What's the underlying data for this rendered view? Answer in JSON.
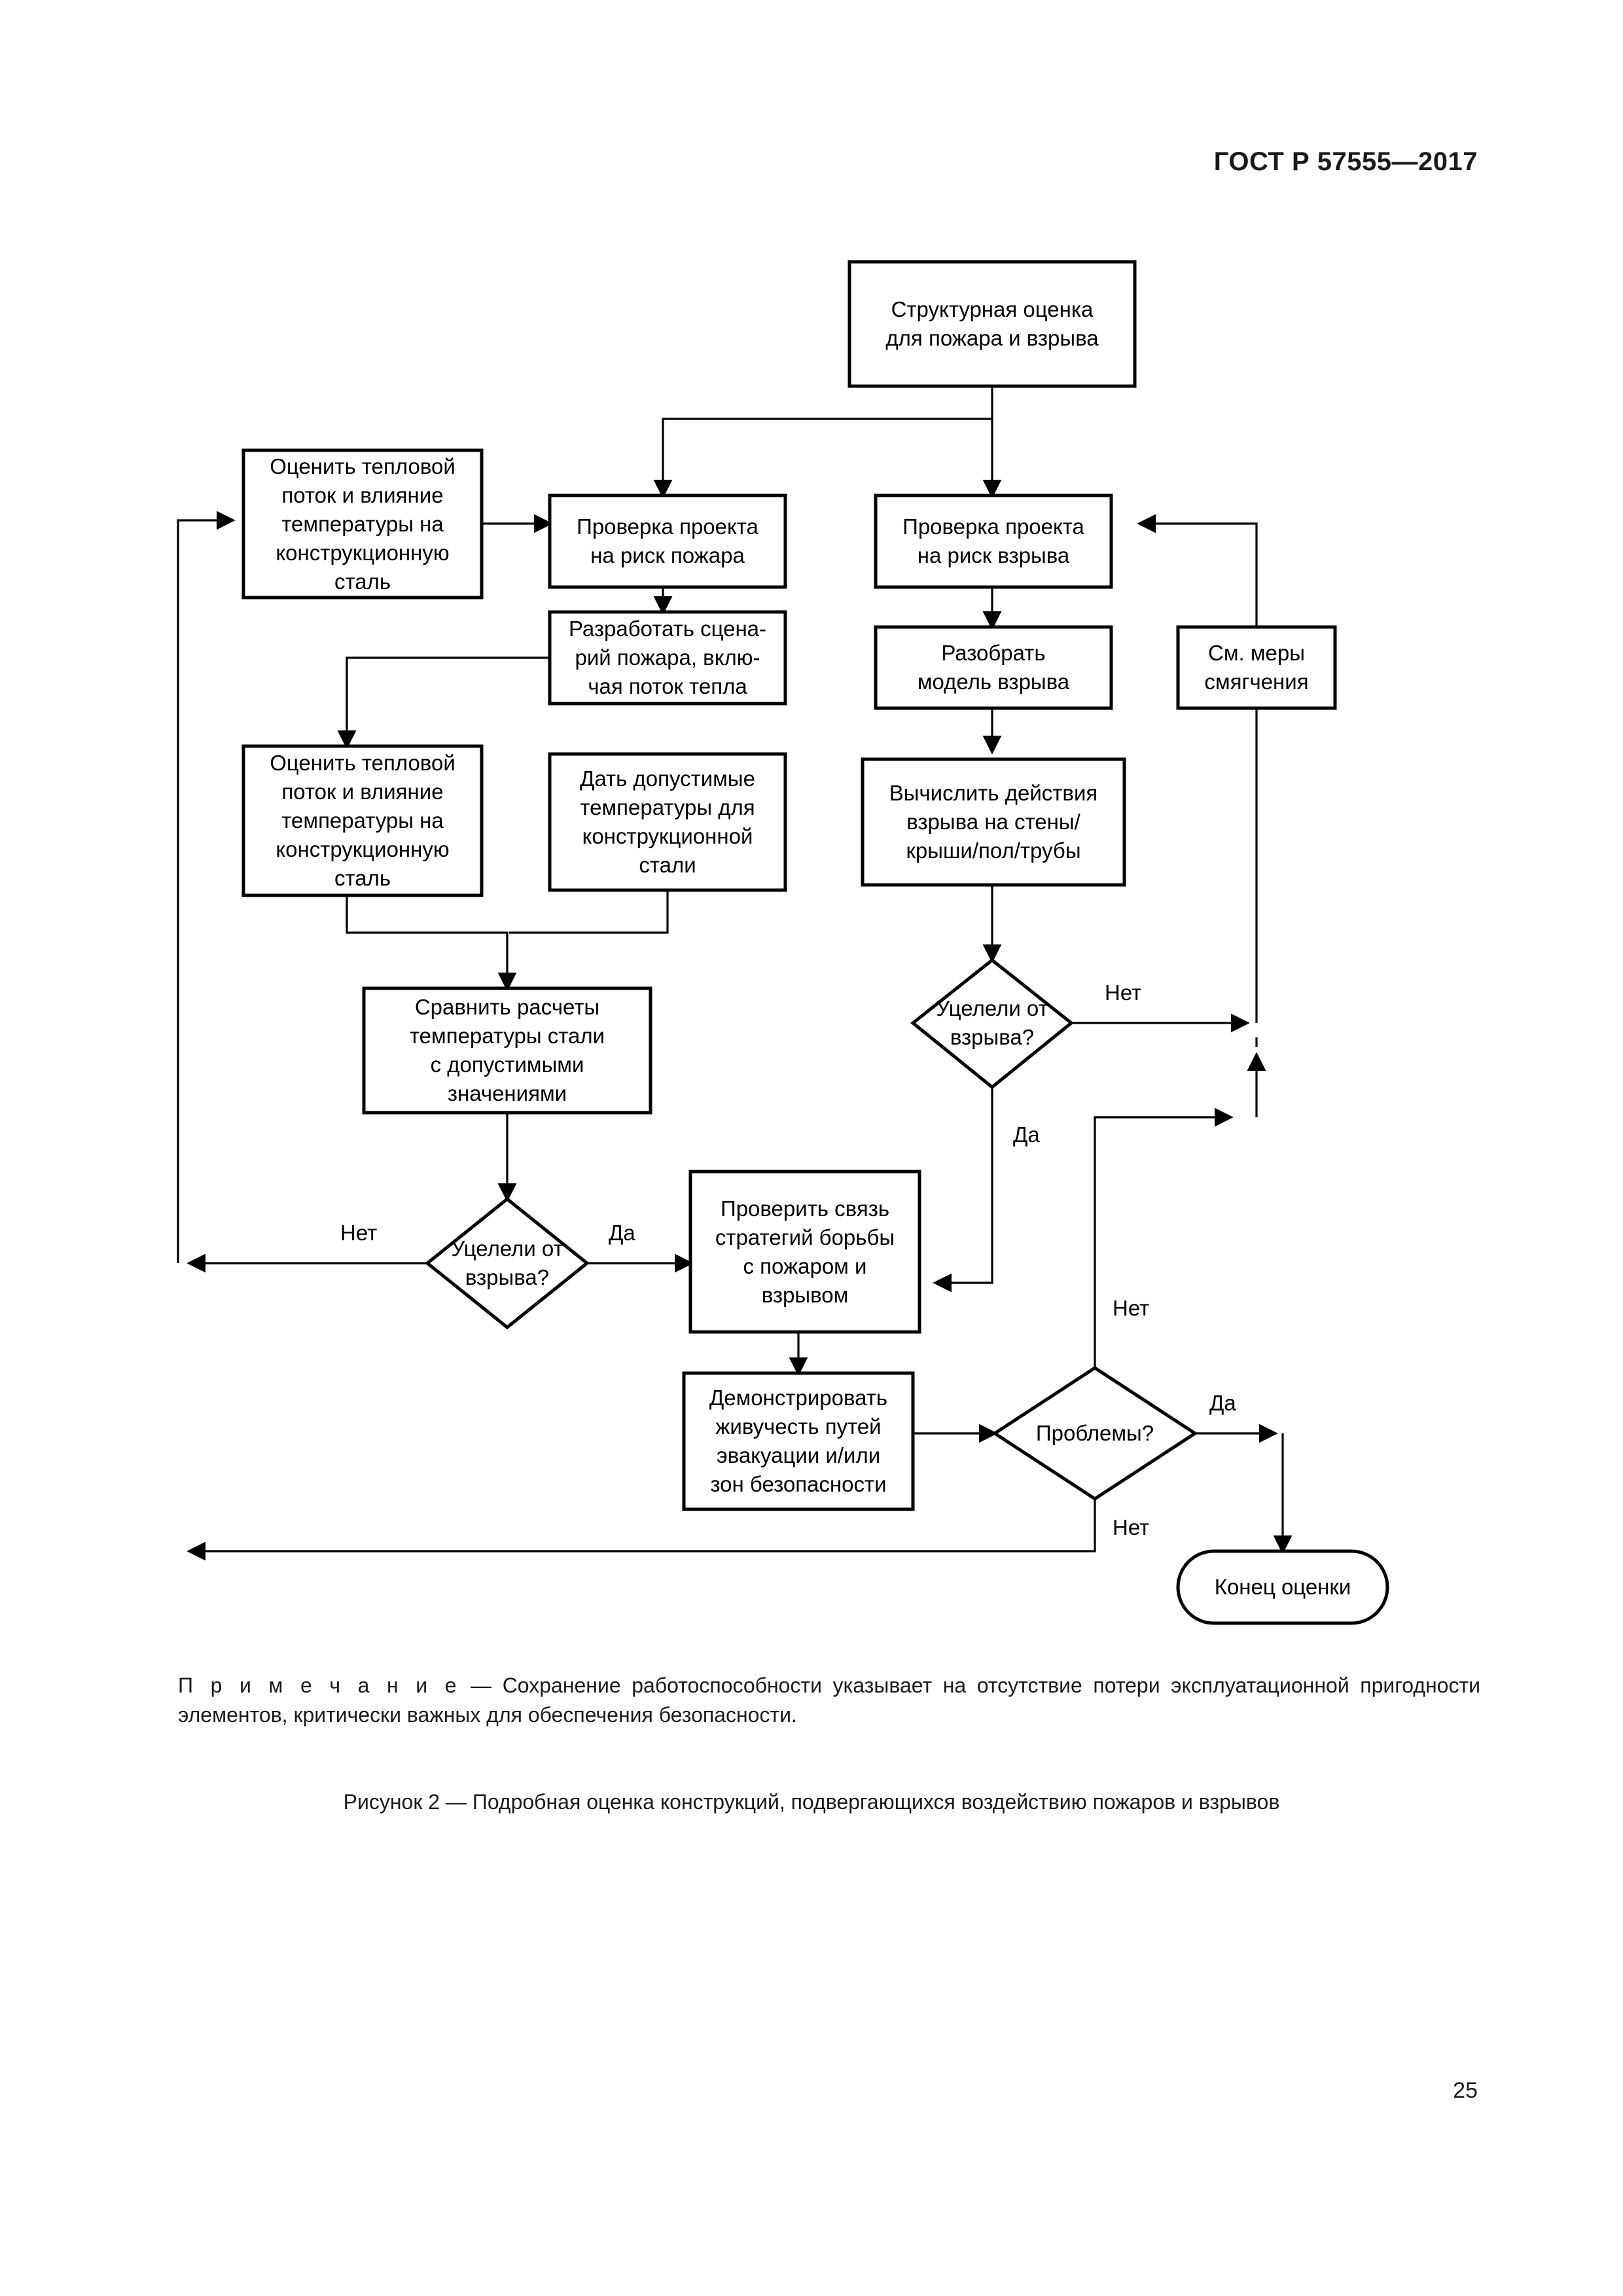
{
  "header": {
    "standard_title": "ГОСТ Р 57555—2017"
  },
  "page": {
    "number": "25"
  },
  "note": {
    "lead": "П р и м е ч а н и е",
    "dash": " — ",
    "text": "Сохранение работоспособности указывает на отсутствие потери эксплуатационной пригодности элементов, критически важных для обеспечения безопасности."
  },
  "caption": {
    "text": "Рисунок 2 — Подробная оценка конструкций, подвергающихся воздействию пожаров и взрывов"
  },
  "flowchart": {
    "title": "Подробная оценка конструкций, подвергающихся воздействию пожаров и взрывов",
    "line_color": "#000000",
    "fill_color": "#ffffff",
    "nodes": {
      "start": "Структурная оценка\nдля пожара и взрыва",
      "assess_heat_1": "Оценить тепловой\nпоток и влияние\nтемпературы на\nконструкционную\nсталь",
      "check_fire": "Проверка проекта\nна риск пожара",
      "check_explosion": "Проверка проекта\nна риск взрыва",
      "develop_scenario": "Разработать сцена-\nрий пожара, вклю-\nчая поток тепла",
      "parse_model": "Разобрать\nмодель взрыва",
      "mitigation": "См. меры\nсмягчения",
      "assess_heat_2": "Оценить тепловой\nпоток и влияние\nтемпературы на\nконструкционную\nсталь",
      "allowable_temp": "Дать допустимые\nтемпературы для\nконструкционной\nстали",
      "compute_blast": "Вычислить действия\nвзрыва на стены/\nкрыши/пол/трубы",
      "compare": "Сравнить расчеты\nтемпературы стали\nс допустимыми\nзначениями",
      "survive_blast_right": "Уцелели от\nвзрыва?",
      "survive_blast_left": "Уцелели от\nвзрыва?",
      "check_strategy": "Проверить связь\nстратегий борьбы\nс пожаром и\nвзрывом",
      "demonstrate": "Демонстрировать\nживучесть путей\nэвакуации и/или\nзон безопасности",
      "problems": "Проблемы?",
      "end": "Конец оценки"
    },
    "edge_labels": {
      "right_diamond_no": "Нет",
      "right_diamond_yes": "Да",
      "left_diamond_no": "Нет",
      "left_diamond_yes": "Да",
      "problems_top_no": "Нет",
      "problems_yes": "Да",
      "problems_bottom_no": "Нет"
    }
  }
}
